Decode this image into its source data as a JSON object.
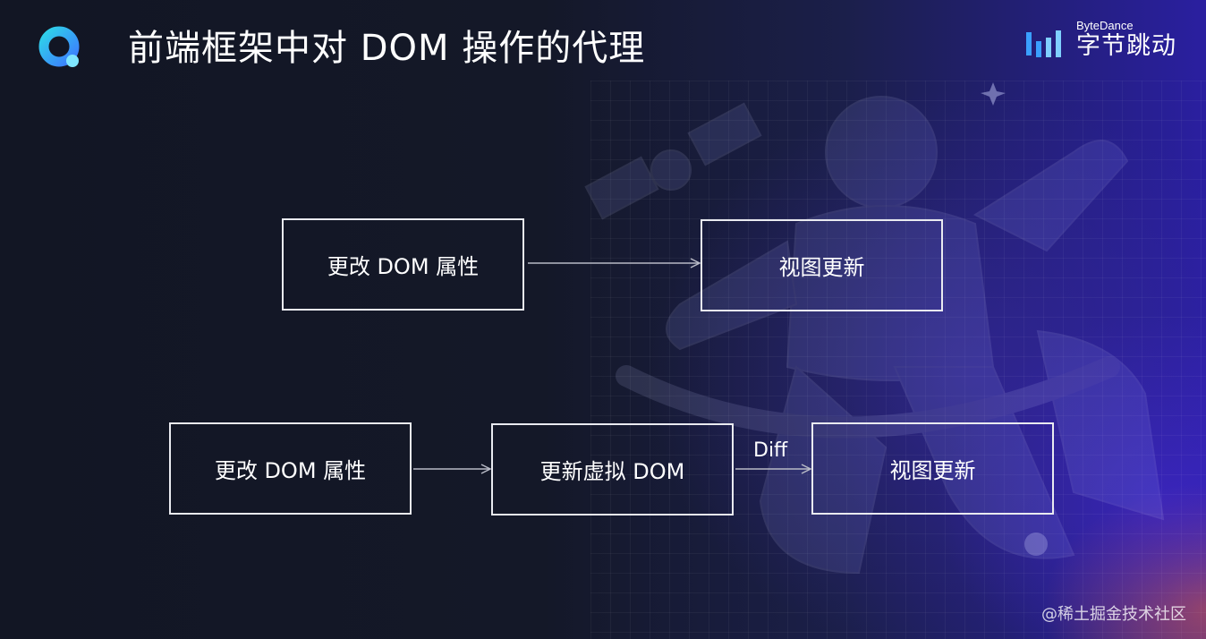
{
  "header": {
    "title": "前端框架中对 DOM 操作的代理",
    "logo_icon": "quick-app-logo-icon",
    "brand": {
      "name_en": "ByteDance",
      "name_cn": "字节跳动",
      "mark_icon": "bytedance-bars-icon"
    }
  },
  "colors": {
    "background": "#121624",
    "accent_purple": "#2a1fa0",
    "accent_orange": "#d25a32",
    "logo_blue": "#3d9bff",
    "logo_cyan": "#2ed4e8",
    "box_border": "#e9eaf0"
  },
  "diagram": {
    "flow_direct": {
      "nodes": [
        "更改 DOM 属性",
        "视图更新"
      ]
    },
    "flow_virtual": {
      "nodes": [
        "更改 DOM 属性",
        "更新虚拟 DOM",
        "视图更新"
      ],
      "edge_label": "Diff"
    }
  },
  "watermark": "@稀土掘金技术社区",
  "decoration": {
    "background_icon": "astronaut-illustration-icon"
  }
}
